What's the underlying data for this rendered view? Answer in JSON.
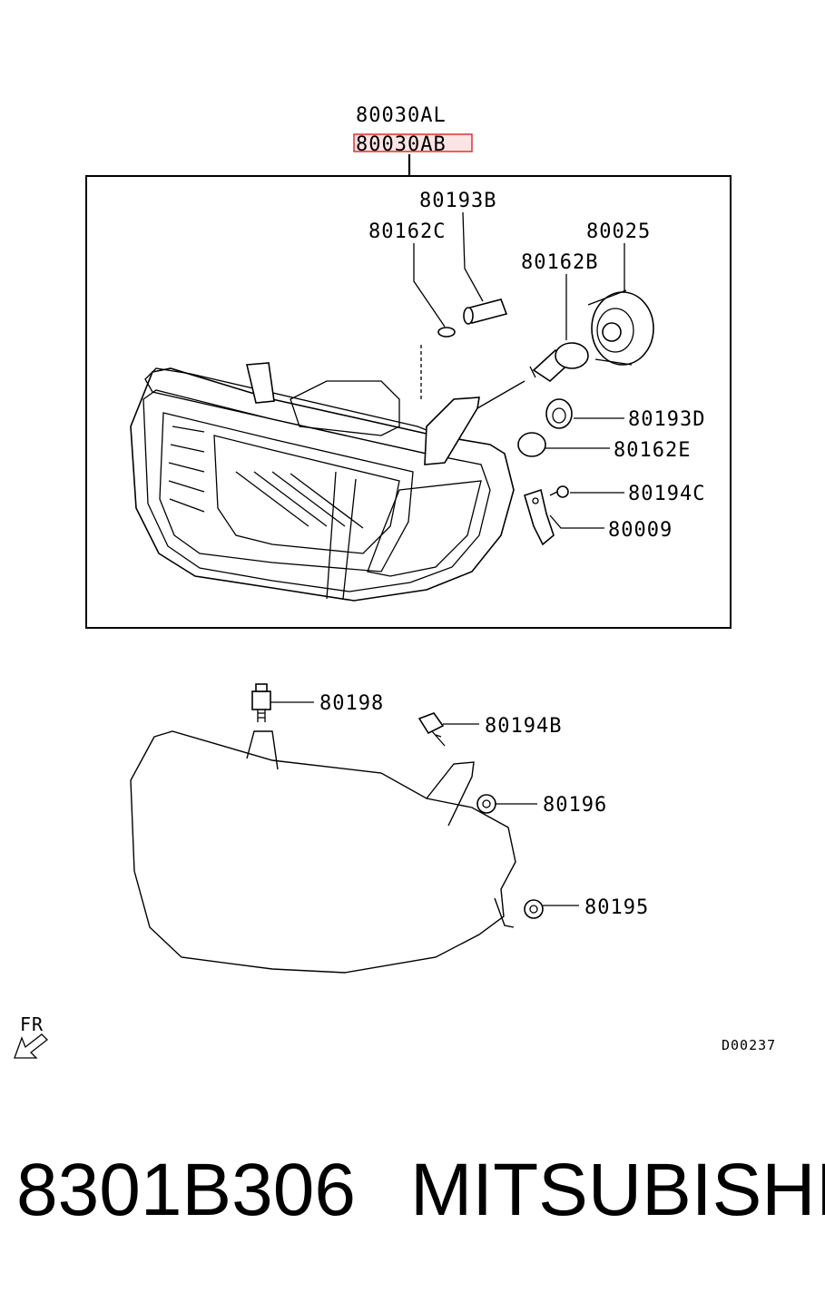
{
  "diagram": {
    "assembly_labels": [
      "80030AL",
      "80030AB"
    ],
    "highlighted_label": "80030AB",
    "highlight_color": "#e03030",
    "upper_labels": {
      "l80193B": "80193B",
      "l80162C": "80162C",
      "l80025": "80025",
      "l80162B": "80162B",
      "l80193D": "80193D",
      "l80162E": "80162E",
      "l80194C": "80194C",
      "l80009": "80009"
    },
    "lower_labels": {
      "l80198": "80198",
      "l80194B": "80194B",
      "l80196": "80196",
      "l80195": "80195"
    },
    "direction_label": "FR",
    "direction_icon": "front-arrow-icon",
    "drawing_code": "D00237"
  },
  "footer": {
    "part_number": "8301B306",
    "brand": "MITSUBISHI"
  }
}
